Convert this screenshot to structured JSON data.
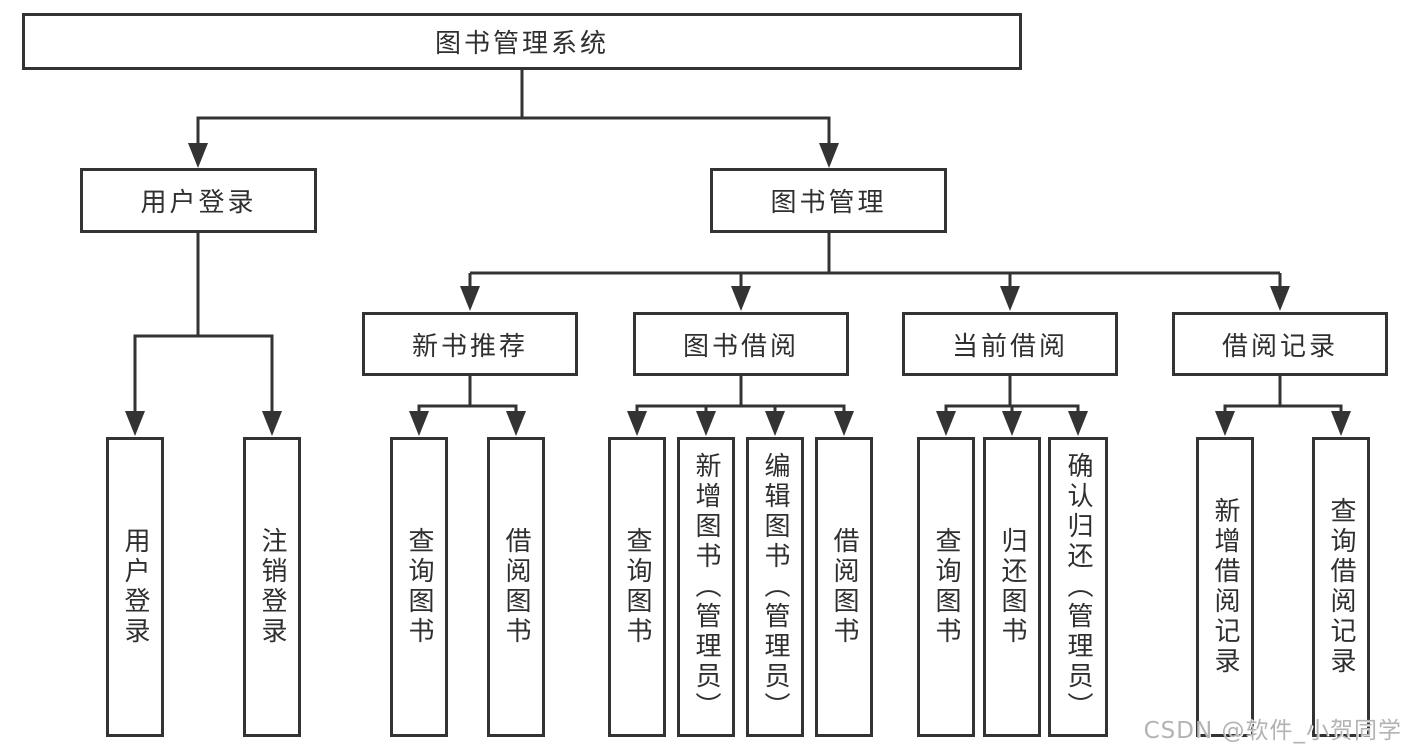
{
  "colors": {
    "line": "#333333",
    "box-border": "#333333",
    "text": "#2f2f2f",
    "background": "#ffffff",
    "watermark": "#b3b3b3"
  },
  "watermark": {
    "text": "CSDN @软件_小贺同学"
  },
  "tree": {
    "root": {
      "label": "图书管理系统",
      "children": [
        {
          "label": "用户登录",
          "children": [
            {
              "label": "用户登录"
            },
            {
              "label": "注销登录"
            }
          ]
        },
        {
          "label": "图书管理",
          "children": [
            {
              "label": "新书推荐",
              "children": [
                {
                  "label": "查询图书"
                },
                {
                  "label": "借阅图书"
                }
              ]
            },
            {
              "label": "图书借阅",
              "children": [
                {
                  "label": "查询图书"
                },
                {
                  "label": "新增图书（管理员）"
                },
                {
                  "label": "编辑图书（管理员）"
                },
                {
                  "label": "借阅图书"
                }
              ]
            },
            {
              "label": "当前借阅",
              "children": [
                {
                  "label": "查询图书"
                },
                {
                  "label": "归还图书"
                },
                {
                  "label": "确认归还（管理员）"
                }
              ]
            },
            {
              "label": "借阅记录",
              "children": [
                {
                  "label": "新增借阅记录"
                },
                {
                  "label": "查询借阅记录"
                }
              ]
            }
          ]
        }
      ]
    }
  }
}
